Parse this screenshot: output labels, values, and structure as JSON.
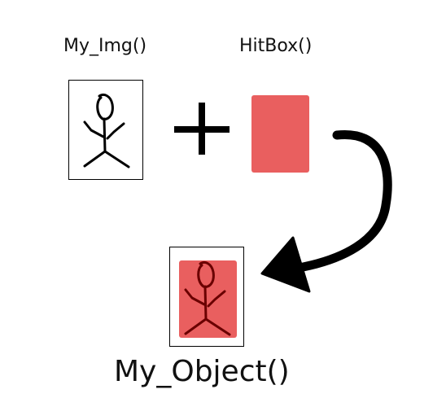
{
  "labels": {
    "img_function": "My_Img()",
    "hitbox_function": "HitBox()",
    "object_function": "My_Object()"
  },
  "colors": {
    "hitbox_fill": "#e95f5f",
    "hitbox_overlay": "#e95f5f",
    "stick_figure": "#000000",
    "stick_figure_overlaid": "#6a0000",
    "frame_border": "#000000",
    "arrow": "#000000",
    "plus_sign": "#000000"
  },
  "icons": {
    "plus": "plus-icon",
    "arrow": "curved-arrow-icon",
    "figure": "stick-figure-icon"
  }
}
